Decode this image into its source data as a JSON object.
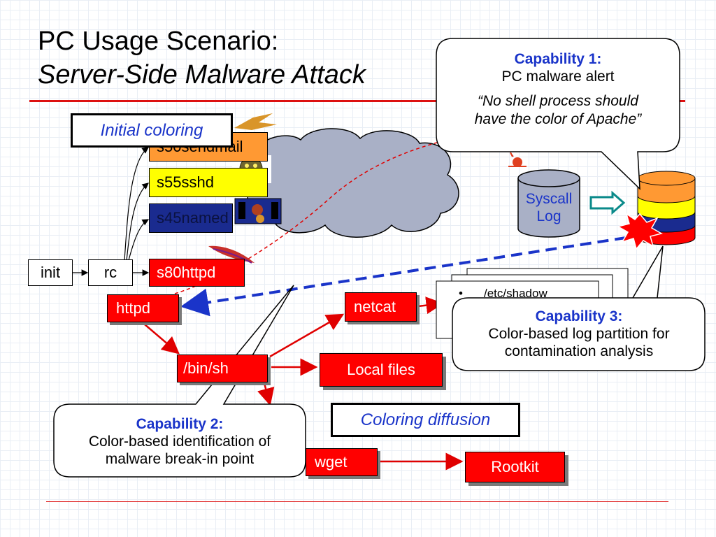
{
  "slide": {
    "title_line1": "PC Usage Scenario:",
    "title_line2": "Server-Side Malware Attack"
  },
  "labels": {
    "initial_coloring": "Initial coloring",
    "coloring_diffusion": "Coloring diffusion"
  },
  "processes": {
    "init": "init",
    "rc": "rc",
    "sendmail": "s50sendmail",
    "sshd": "s55sshd",
    "named": "s45named",
    "httpd_start": "s80httpd",
    "httpd": "httpd",
    "bin_sh": "/bin/sh",
    "netcat": "netcat",
    "wget": "wget"
  },
  "files": {
    "local_files": "Local files",
    "rootkit": "Rootkit",
    "shadow_doc_item": "/etc/shadow",
    "syscall_log_line1": "Syscall",
    "syscall_log_line2": "Log"
  },
  "capability1": {
    "title": "Capability 1:",
    "subtitle": "PC malware alert",
    "quote_line1": "“No shell process should",
    "quote_line2": "have the color of Apache”"
  },
  "capability2": {
    "title": "Capability 2:",
    "line1": "Color-based identification of",
    "line2": "malware break-in point"
  },
  "capability3": {
    "title": "Capability 3:",
    "line1": "Color-based log partition for",
    "line2": "contamination analysis"
  },
  "colors": {
    "process_red": "#ff0000",
    "accent_blue": "#1a34c9",
    "title_rule": "#dd1111",
    "sendmail_orange": "#ff9933",
    "sshd_yellow": "#ffff00",
    "named_navy": "#1a2b8f",
    "arrow_dashed_blue": "#1a34c9",
    "cylinder_grey": "#a9b0c6"
  }
}
